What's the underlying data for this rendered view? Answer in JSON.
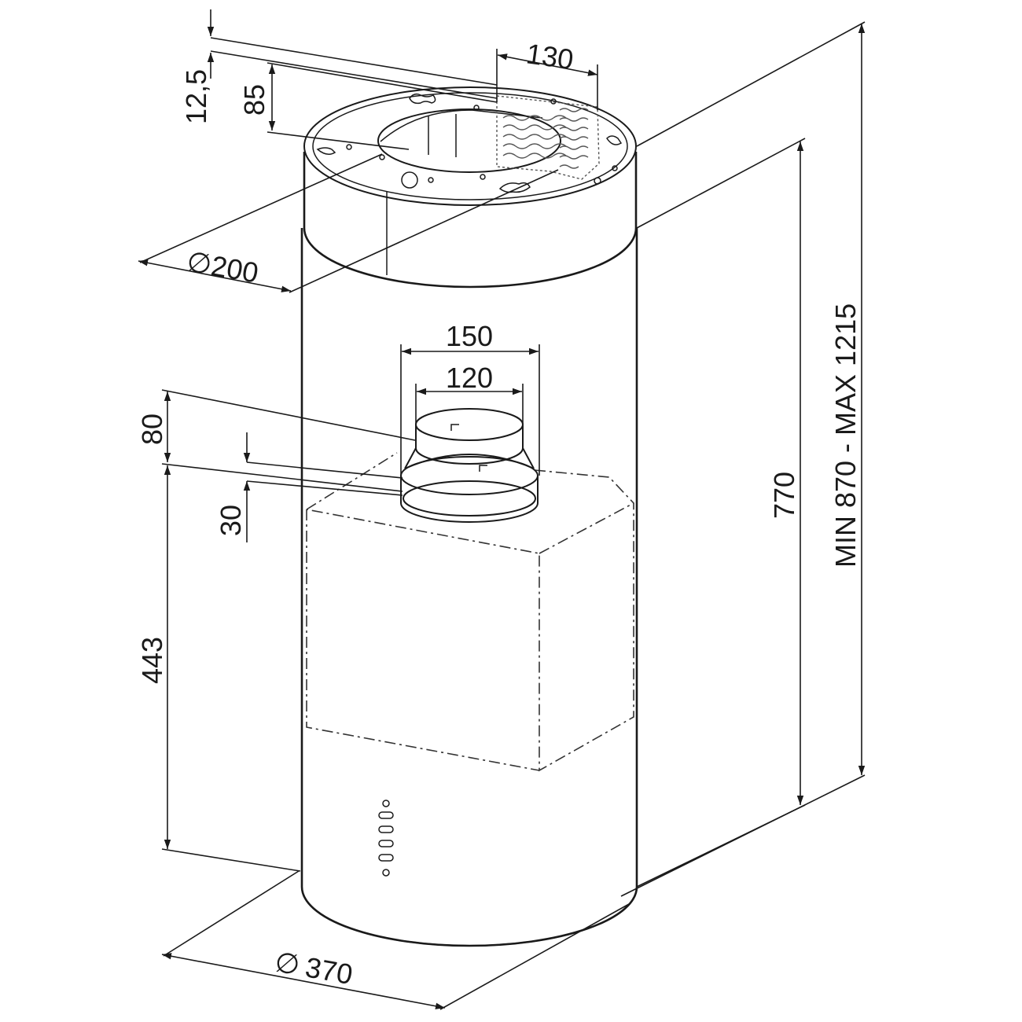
{
  "dimensions": {
    "top_gap": "12,5",
    "collar_height": "85",
    "slot_width": "130",
    "outlet_diameter": "200",
    "adapter_outer": "150",
    "adapter_inner": "120",
    "adapter_height": "80",
    "spigot_height": "30",
    "motor_height": "443",
    "hood_height": "770",
    "total_height": "MIN 870 - MAX 1215",
    "body_diameter": "370"
  },
  "diameter_symbol": "∅",
  "colors": {
    "line": "#1a1a1a",
    "background": "#ffffff"
  }
}
